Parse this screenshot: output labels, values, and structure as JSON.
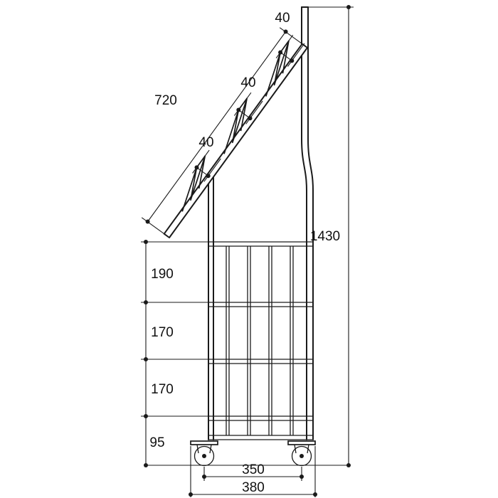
{
  "drawing": {
    "background": "#ffffff",
    "line_color": "#1a1a1a",
    "dimensions": {
      "pocket_depth_top": "40",
      "pocket_depth_middle": "40",
      "pocket_depth_bottom": "40",
      "panel_length": "720",
      "overall_height": "1430",
      "top_shelf_gap": "190",
      "middle_shelf_gap": "170",
      "lower_shelf_gap": "170",
      "base_height": "95",
      "caster_spacing": "350",
      "base_width": "380"
    }
  }
}
